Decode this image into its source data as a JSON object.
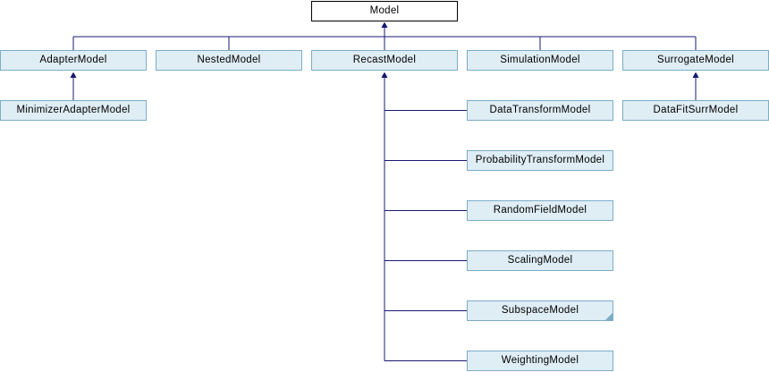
{
  "diagram_title": "Model class inheritance diagram",
  "colors": {
    "edge_color": "#191970",
    "node_fill": "#dfedf5",
    "node_border": "#7cadc8",
    "root_fill": "#ffffff",
    "root_border": "#000000",
    "text_color": "#000000",
    "bg": "#ffffff"
  },
  "nodes": {
    "model": {
      "label": "Model"
    },
    "adapter": {
      "label": "AdapterModel"
    },
    "nested": {
      "label": "NestedModel"
    },
    "recast": {
      "label": "RecastModel"
    },
    "simulation": {
      "label": "SimulationModel"
    },
    "surrogate": {
      "label": "SurrogateModel"
    },
    "minimizer_adapter": {
      "label": "MinimizerAdapterModel"
    },
    "data_transform": {
      "label": "DataTransformModel"
    },
    "probability_transform": {
      "label": "ProbabilityTransformModel"
    },
    "random_field": {
      "label": "RandomFieldModel"
    },
    "scaling": {
      "label": "ScalingModel"
    },
    "subspace": {
      "label": "SubspaceModel",
      "truncated": true
    },
    "weighting": {
      "label": "WeightingModel"
    },
    "data_fit_surr": {
      "label": "DataFitSurrModel"
    }
  },
  "relations": {
    "parent": "Model",
    "children_of_model": [
      "AdapterModel",
      "NestedModel",
      "RecastModel",
      "SimulationModel",
      "SurrogateModel"
    ],
    "children_of_adapter": [
      "MinimizerAdapterModel"
    ],
    "children_of_recast": [
      "DataTransformModel",
      "ProbabilityTransformModel",
      "RandomFieldModel",
      "ScalingModel",
      "SubspaceModel",
      "WeightingModel"
    ],
    "children_of_surrogate": [
      "DataFitSurrModel"
    ]
  }
}
